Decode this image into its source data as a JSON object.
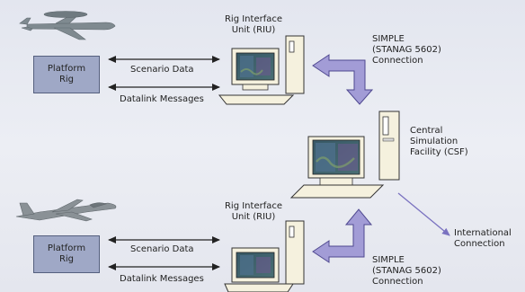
{
  "platform_rig_1": {
    "line1": "Platform",
    "line2": "Rig"
  },
  "platform_rig_2": {
    "line1": "Platform",
    "line2": "Rig"
  },
  "scenario_data_1": "Scenario Data",
  "datalink_messages_1": "Datalink Messages",
  "scenario_data_2": "Scenario Data",
  "datalink_messages_2": "Datalink Messages",
  "riu_1": {
    "line1": "Rig Interface",
    "line2": "Unit (RIU)"
  },
  "riu_2": {
    "line1": "Rig Interface",
    "line2": "Unit (RIU)"
  },
  "simple_1": {
    "line1": "SIMPLE",
    "line2": "(STANAG 5602)",
    "line3": "Connection"
  },
  "simple_2": {
    "line1": "SIMPLE",
    "line2": "(STANAG 5602)",
    "line3": "Connection"
  },
  "csf": {
    "line1": "Central",
    "line2": "Simulation",
    "line3": "Facility (CSF)"
  },
  "international": {
    "line1": "International",
    "line2": "Connection"
  },
  "colors": {
    "rig_fill": "#9fa8c6",
    "thick_arrow_fill": "#a29cd6",
    "screen_fill": "#3e5f6a",
    "computer_fill": "#f5f1de"
  }
}
